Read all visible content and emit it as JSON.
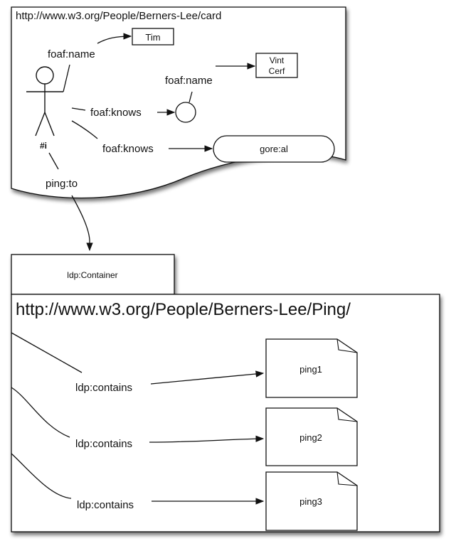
{
  "card": {
    "url": "http://www.w3.org/People/Berners-Lee/card",
    "person_label": "#i",
    "name_predicate": "foaf:name",
    "name_value": "Tim",
    "knows_predicate_1": "foaf:knows",
    "knows_predicate_2": "foaf:knows",
    "friend_name_predicate": "foaf:name",
    "friend_name_line1": "Vint",
    "friend_name_line2": "Cerf",
    "friend2_value": "gore:al",
    "ping_predicate": "ping:to"
  },
  "container": {
    "type_label": "ldp:Container",
    "url": "http://www.w3.org/People/Berners-Lee/Ping/",
    "items": [
      {
        "predicate": "ldp:contains",
        "name": "ping1"
      },
      {
        "predicate": "ldp:contains",
        "name": "ping2"
      },
      {
        "predicate": "ldp:contains",
        "name": "ping3"
      }
    ]
  }
}
